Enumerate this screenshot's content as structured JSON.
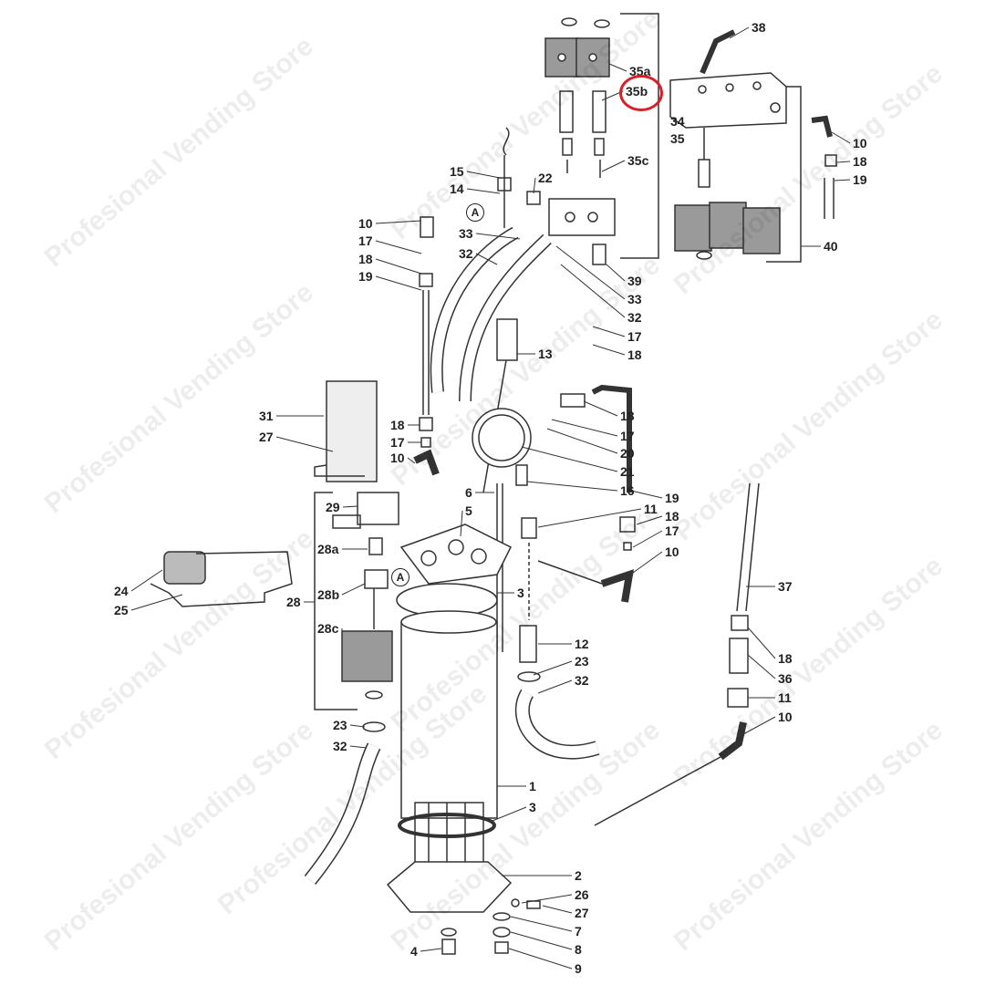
{
  "watermark": "Profesional Vending Store",
  "highlight_color": "#d8202a",
  "highlighted_label": "35b",
  "callouts": [
    "38",
    "35a",
    "35b",
    "34",
    "35",
    "35c",
    "10",
    "18",
    "19",
    "40",
    "15",
    "22",
    "14",
    "10",
    "A",
    "33",
    "17",
    "32",
    "18",
    "19",
    "39",
    "33",
    "32",
    "17",
    "18",
    "13",
    "31",
    "18",
    "27",
    "17",
    "18",
    "17",
    "20",
    "10",
    "21",
    "16",
    "6",
    "19",
    "29",
    "5",
    "11",
    "18",
    "17",
    "28a",
    "10",
    "24",
    "25",
    "A",
    "28b",
    "3",
    "37",
    "28",
    "28c",
    "12",
    "18",
    "23",
    "32",
    "36",
    "11",
    "23",
    "10",
    "32",
    "1",
    "3",
    "2",
    "26",
    "27",
    "7",
    "4",
    "8",
    "9"
  ]
}
